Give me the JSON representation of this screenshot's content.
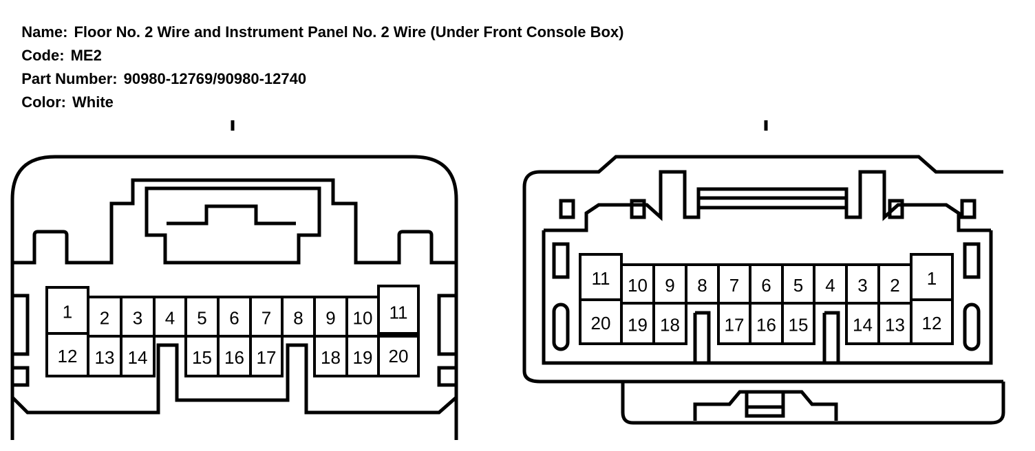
{
  "header": {
    "name_label": "Name:",
    "name_value": "Floor No. 2 Wire and Instrument Panel No. 2 Wire (Under Front Console Box)",
    "code_label": "Code:",
    "code_value": "ME2",
    "part_label": "Part Number:",
    "part_value": "90980-12769/90980-12740",
    "color_label": "Color:",
    "color_value": "White"
  },
  "colors": {
    "line": "#000000",
    "background": "#ffffff"
  },
  "connectors": [
    {
      "id": "left",
      "top_row_pins": [
        "1",
        "2",
        "3",
        "4",
        "5",
        "6",
        "7",
        "8",
        "9",
        "10",
        "11"
      ],
      "bottom_row_pins": [
        "12",
        "13",
        "14",
        "15",
        "16",
        "17",
        "18",
        "19",
        "20"
      ]
    },
    {
      "id": "right",
      "top_row_pins": [
        "11",
        "10",
        "9",
        "8",
        "7",
        "6",
        "5",
        "4",
        "3",
        "2",
        "1"
      ],
      "bottom_row_pins": [
        "20",
        "19",
        "18",
        "17",
        "16",
        "15",
        "14",
        "13",
        "12"
      ]
    }
  ]
}
